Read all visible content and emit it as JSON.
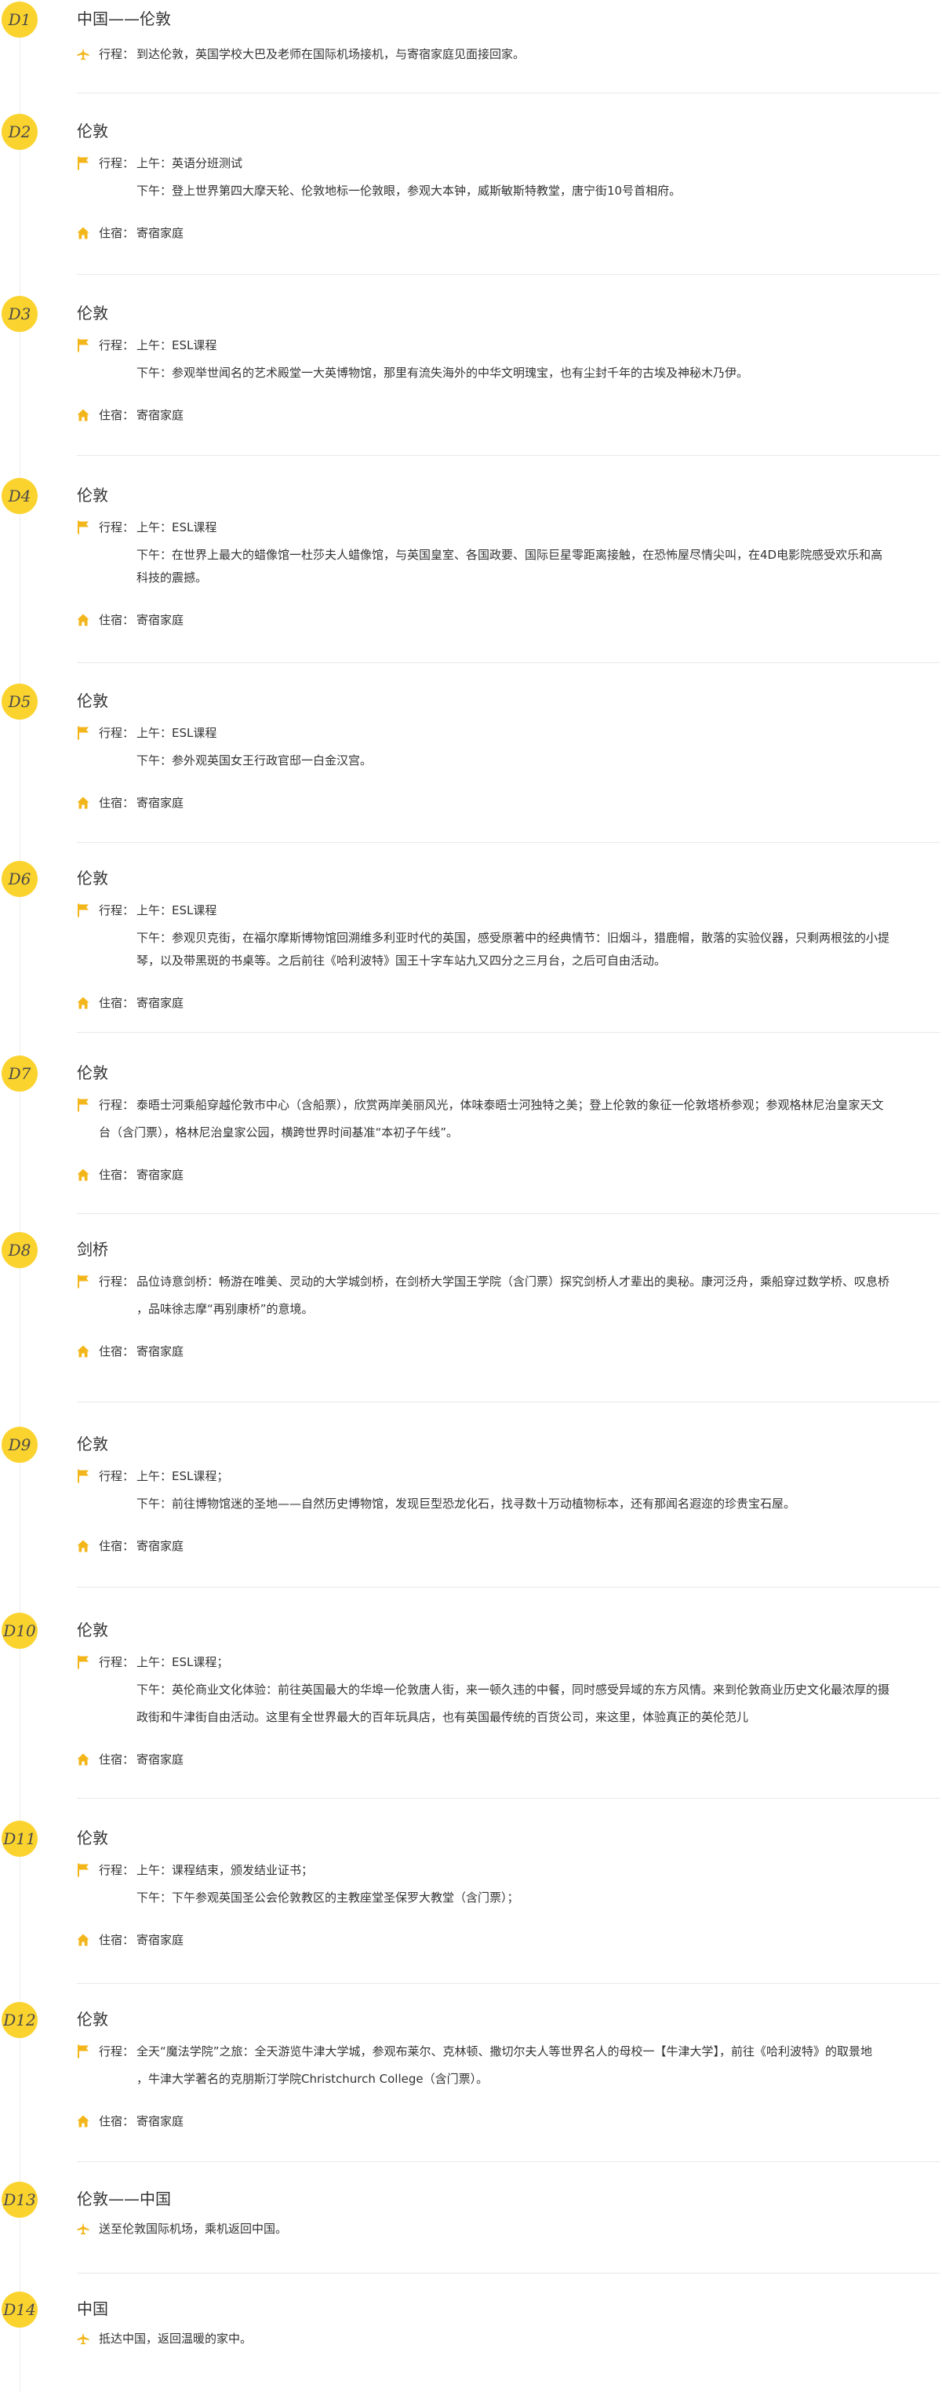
{
  "labels": {
    "xingcheng": "行程：",
    "zhusu": "住宿："
  },
  "accent": "#fbd32e",
  "icons": {
    "flight": "plane-icon",
    "itinerary": "flag-icon",
    "lodging": "house-icon"
  },
  "days": [
    {
      "badge": "D1",
      "title": "中国——伦敦",
      "flight": "到达伦敦，英国学校大巴及老师在国际机场接机，与寄宿家庭见面接回家。"
    },
    {
      "badge": "D2",
      "title": "伦敦",
      "am": "上午：英语分班测试",
      "pm": "下午：登上世界第四大摩天轮、伦敦地标一伦敦眼，参观大本钟，威斯敏斯特教堂，唐宁街10号首相府。",
      "stay": "寄宿家庭"
    },
    {
      "badge": "D3",
      "title": "伦敦",
      "am": "上午：ESL课程",
      "pm": "下午：参观举世闻名的艺术殿堂一大英博物馆，那里有流失海外的中华文明瑰宝，也有尘封千年的古埃及神秘木乃伊。",
      "stay": "寄宿家庭"
    },
    {
      "badge": "D4",
      "title": "伦敦",
      "am": "上午：ESL课程",
      "pm": "下午：在世界上最大的蜡像馆一杜莎夫人蜡像馆，与英国皇室、各国政要、国际巨星零距离接触，在恐怖屋尽情尖叫，在4D电影院感受欢乐和高",
      "pm2": "科技的震撼。",
      "stay": "寄宿家庭"
    },
    {
      "badge": "D5",
      "title": "伦敦",
      "am": "上午：ESL课程",
      "pm": "下午：参外观英国女王行政官邸一白金汉宫。",
      "stay": "寄宿家庭"
    },
    {
      "badge": "D6",
      "title": "伦敦",
      "am": "上午：ESL课程",
      "pm": "下午：参观贝克街，在福尔摩斯博物馆回溯维多利亚时代的英国，感受原著中的经典情节：旧烟斗，猎鹿帽，散落的实验仪器，只剩两根弦的小提",
      "pm2": "琴，以及带黑斑的书桌等。之后前往《哈利波特》国王十字车站九又四分之三月台，之后可自由活动。",
      "stay": "寄宿家庭"
    },
    {
      "badge": "D7",
      "title": "伦敦",
      "line1": "泰晤士河乘船穿越伦敦市中心（含船票），欣赏两岸美丽风光，体味泰晤士河独特之美；登上伦敦的象征一伦敦塔桥参观；参观格林尼治皇家天文",
      "line2": "台（含门票），格林尼治皇家公园，横跨世界时间基准“本初子午线”。",
      "stay": "寄宿家庭"
    },
    {
      "badge": "D8",
      "title": "剑桥",
      "line1": "品位诗意剑桥：畅游在唯美、灵动的大学城剑桥，在剑桥大学国王学院（含门票）探究剑桥人才辈出的奥秘。康河泛舟，乘船穿过数学桥、叹息桥",
      "line2": "，品味徐志摩“再别康桥”的意境。",
      "stay": "寄宿家庭"
    },
    {
      "badge": "D9",
      "title": "伦敦",
      "am": "上午：ESL课程；",
      "pm": "下午：前往博物馆迷的圣地——自然历史博物馆，发现巨型恐龙化石，找寻数十万动植物标本，还有那闻名遐迩的珍贵宝石屋。",
      "stay": "寄宿家庭"
    },
    {
      "badge": "D10",
      "title": "伦敦",
      "am": "上午：ESL课程；",
      "pm": "下午：英伦商业文化体验：前往英国最大的华埠一伦敦唐人街，来一顿久违的中餐，同时感受异域的东方风情。来到伦敦商业历史文化最浓厚的摄",
      "pm2": "政街和牛津街自由活动。这里有全世界最大的百年玩具店，也有英国最传统的百货公司，来这里，体验真正的英伦范儿",
      "stay": "寄宿家庭"
    },
    {
      "badge": "D11",
      "title": "伦敦",
      "am": "上午：课程结束，颁发结业证书；",
      "pm": "下午：下午参观英国圣公会伦敦教区的主教座堂圣保罗大教堂（含门票）；",
      "stay": "寄宿家庭"
    },
    {
      "badge": "D12",
      "title": "伦敦",
      "line1": "全天“魔法学院”之旅：全天游览牛津大学城，参观布莱尔、克林顿、撒切尔夫人等世界名人的母校一【牛津大学】，前往《哈利波特》的取景地",
      "line2": "，牛津大学著名的克朋斯汀学院Christchurch College（含门票）。",
      "stay": "寄宿家庭"
    },
    {
      "badge": "D13",
      "title": "伦敦——中国",
      "flight": "送至伦敦国际机场，乘机返回中国。"
    },
    {
      "badge": "D14",
      "title": "中国",
      "flight": "抵达中国，返回温暖的家中。"
    }
  ]
}
